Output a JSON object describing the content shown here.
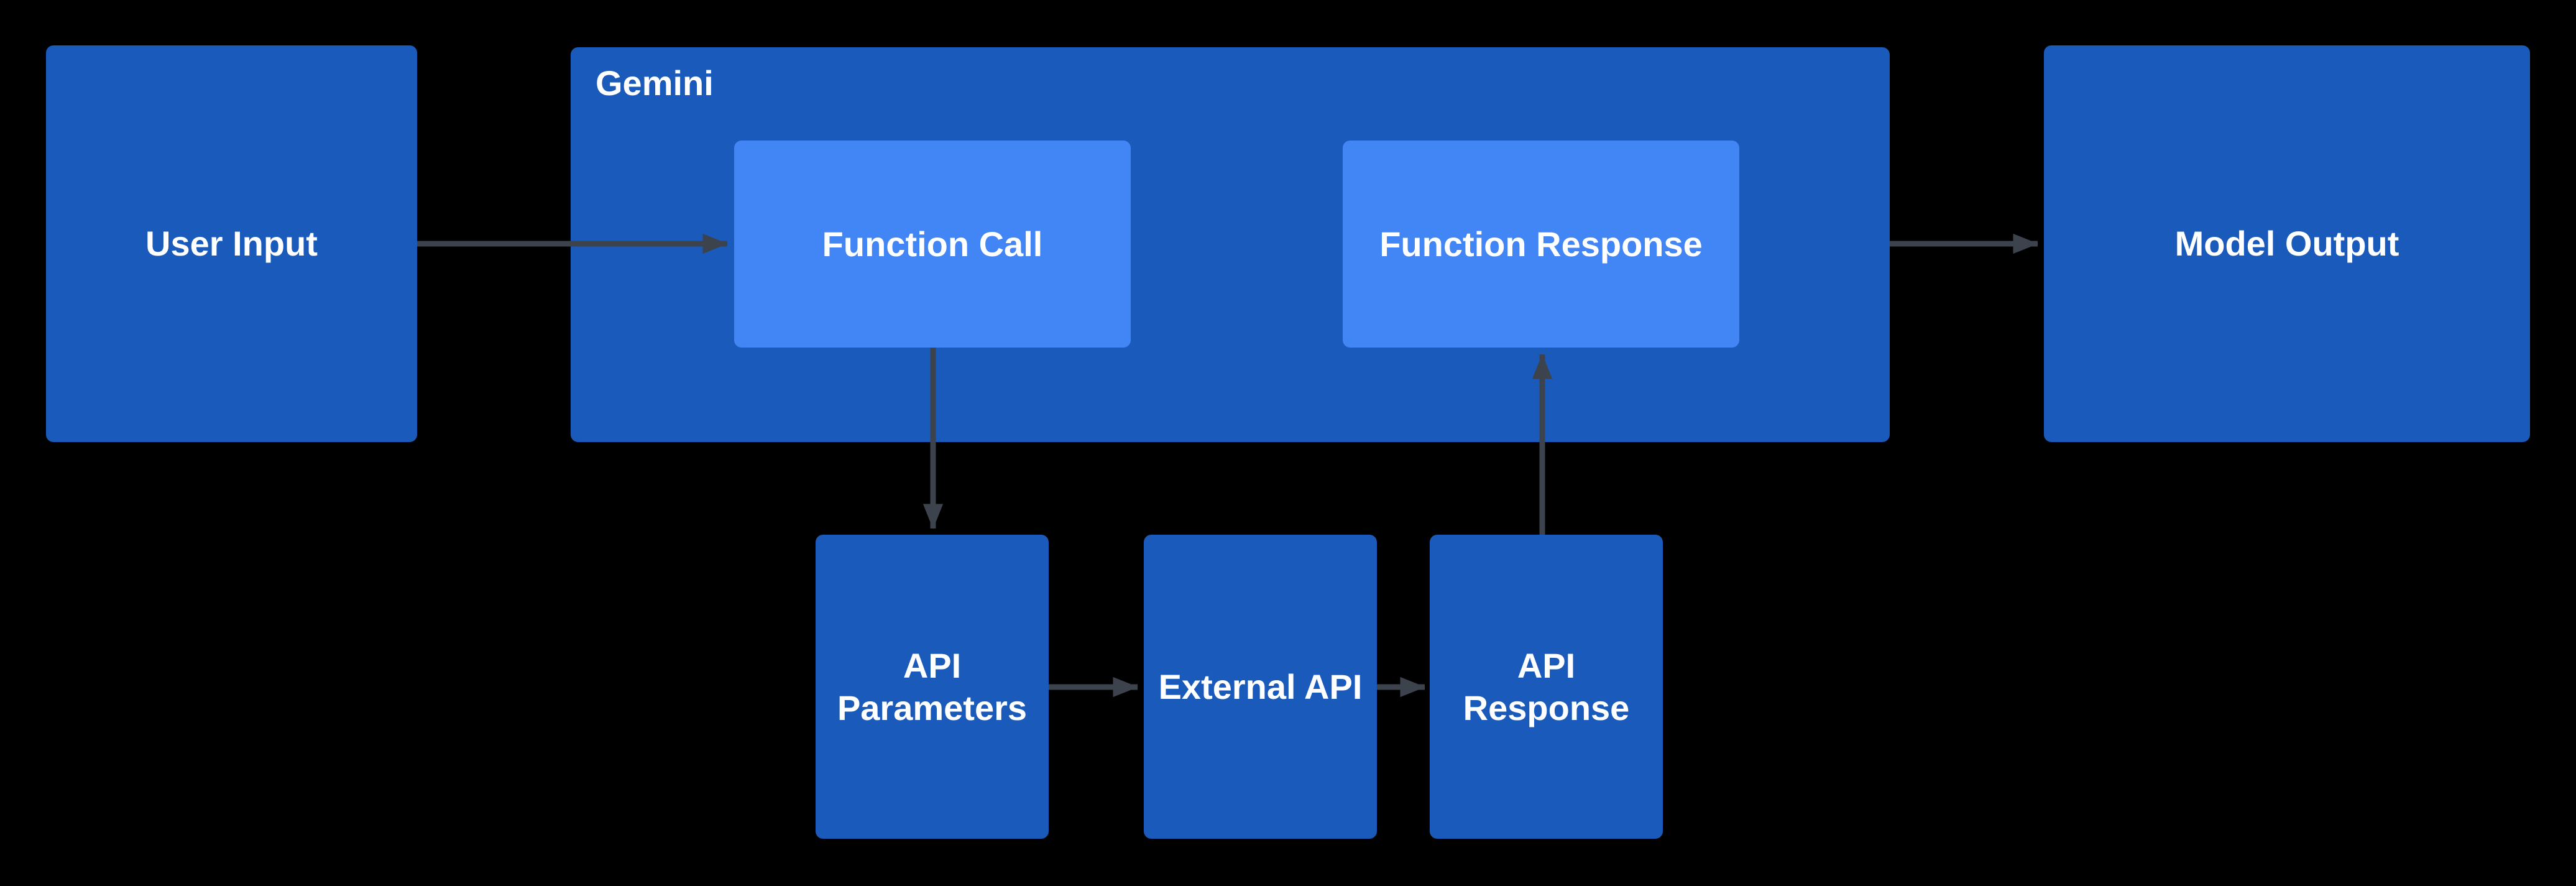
{
  "diagram": {
    "group_label": "Gemini",
    "nodes": {
      "user_input": "User Input",
      "function_call": "Function Call",
      "function_response": "Function Response",
      "model_output": "Model Output",
      "api_parameters": "API Parameters",
      "external_api": "External API",
      "api_response": "API Response"
    },
    "edges": [
      {
        "from": "User Input",
        "to": "Function Call"
      },
      {
        "from": "Function Call",
        "to": "API Parameters"
      },
      {
        "from": "API Parameters",
        "to": "External API"
      },
      {
        "from": "External API",
        "to": "API Response"
      },
      {
        "from": "API Response",
        "to": "Function Response"
      },
      {
        "from": "Gemini",
        "to": "Model Output"
      }
    ],
    "colors": {
      "background": "#000000",
      "node_fill_dark": "#1a5abb",
      "node_fill_light": "#4285f4",
      "arrow": "#3d434d",
      "label_text": "#ffffff"
    }
  }
}
